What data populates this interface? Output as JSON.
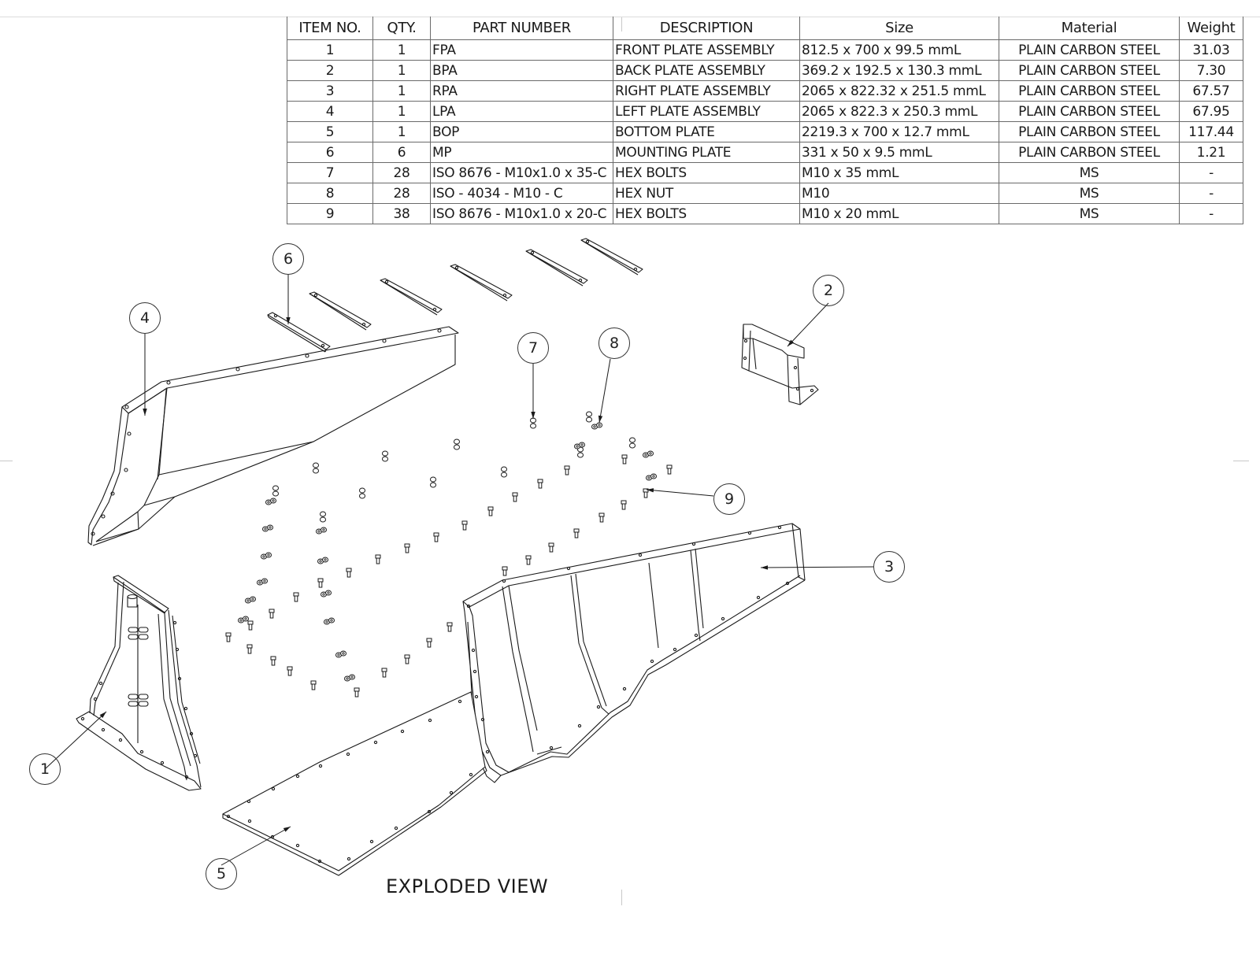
{
  "bom": {
    "headers": [
      "ITEM NO.",
      "QTY.",
      "PART NUMBER",
      "DESCRIPTION",
      "Size",
      "Material",
      "Weight"
    ],
    "rows": [
      {
        "item": "1",
        "qty": "1",
        "part_number": "FPA",
        "description": "FRONT PLATE ASSEMBLY",
        "size": "812.5 x 700 x 99.5 mmL",
        "material": "PLAIN CARBON STEEL",
        "weight": "31.03"
      },
      {
        "item": "2",
        "qty": "1",
        "part_number": "BPA",
        "description": "BACK PLATE ASSEMBLY",
        "size": "369.2 x 192.5 x 130.3 mmL",
        "material": "PLAIN CARBON STEEL",
        "weight": "7.30"
      },
      {
        "item": "3",
        "qty": "1",
        "part_number": "RPA",
        "description": "RIGHT PLATE ASSEMBLY",
        "size": "2065 x 822.32 x 251.5 mmL",
        "material": "PLAIN CARBON STEEL",
        "weight": "67.57"
      },
      {
        "item": "4",
        "qty": "1",
        "part_number": "LPA",
        "description": "LEFT PLATE ASSEMBLY",
        "size": "2065 x 822.3 x 250.3 mmL",
        "material": "PLAIN CARBON STEEL",
        "weight": "67.95"
      },
      {
        "item": "5",
        "qty": "1",
        "part_number": "BOP",
        "description": "BOTTOM PLATE",
        "size": "2219.3 x 700 x 12.7 mmL",
        "material": "PLAIN CARBON STEEL",
        "weight": "117.44"
      },
      {
        "item": "6",
        "qty": "6",
        "part_number": "MP",
        "description": "MOUNTING PLATE",
        "size": "331 x 50 x 9.5 mmL",
        "material": "PLAIN CARBON STEEL",
        "weight": "1.21"
      },
      {
        "item": "7",
        "qty": "28",
        "part_number": "ISO 8676 - M10x1.0 x 35-C",
        "description": "HEX BOLTS",
        "size": "M10 x 35 mmL",
        "material": "MS",
        "weight": "-"
      },
      {
        "item": "8",
        "qty": "28",
        "part_number": "ISO - 4034 - M10 - C",
        "description": "HEX NUT",
        "size": "M10",
        "material": "MS",
        "weight": "-"
      },
      {
        "item": "9",
        "qty": "38",
        "part_number": "ISO 8676 - M10x1.0 x 20-C",
        "description": "HEX BOLTS",
        "size": "M10 x 20 mmL",
        "material": "MS",
        "weight": "-"
      }
    ]
  },
  "drawing": {
    "view_label": "EXPLODED VIEW",
    "balloons": [
      "1",
      "2",
      "3",
      "4",
      "5",
      "6",
      "7",
      "8",
      "9"
    ],
    "line_color": "#1a1a1a"
  }
}
